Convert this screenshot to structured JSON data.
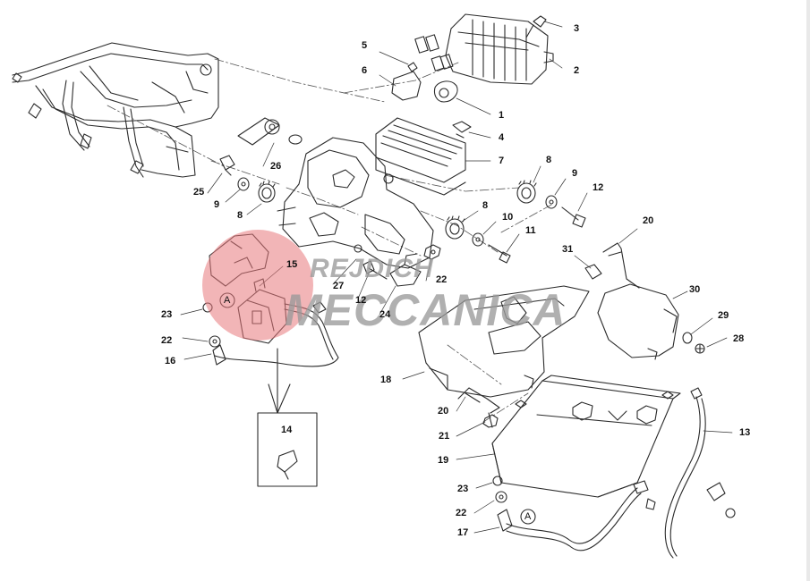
{
  "diagram": {
    "callouts": [
      {
        "id": "c1",
        "text": "1"
      },
      {
        "id": "c2",
        "text": "2"
      },
      {
        "id": "c3",
        "text": "3"
      },
      {
        "id": "c4",
        "text": "4"
      },
      {
        "id": "c5",
        "text": "5"
      },
      {
        "id": "c6",
        "text": "6"
      },
      {
        "id": "c7",
        "text": "7"
      },
      {
        "id": "c8a",
        "text": "8"
      },
      {
        "id": "c9a",
        "text": "9"
      },
      {
        "id": "c12a",
        "text": "12"
      },
      {
        "id": "c8b",
        "text": "8"
      },
      {
        "id": "c10",
        "text": "10"
      },
      {
        "id": "c11",
        "text": "11"
      },
      {
        "id": "c20a",
        "text": "20"
      },
      {
        "id": "c31",
        "text": "31"
      },
      {
        "id": "c30",
        "text": "30"
      },
      {
        "id": "c29",
        "text": "29"
      },
      {
        "id": "c28",
        "text": "28"
      },
      {
        "id": "c26",
        "text": "26"
      },
      {
        "id": "c25",
        "text": "25"
      },
      {
        "id": "c9b",
        "text": "9"
      },
      {
        "id": "c8c",
        "text": "8"
      },
      {
        "id": "c15",
        "text": "15"
      },
      {
        "id": "c27",
        "text": "27"
      },
      {
        "id": "c22a",
        "text": "22"
      },
      {
        "id": "c12b",
        "text": "12"
      },
      {
        "id": "c24",
        "text": "24"
      },
      {
        "id": "c23a",
        "text": "23"
      },
      {
        "id": "c22b",
        "text": "22"
      },
      {
        "id": "c16",
        "text": "16"
      },
      {
        "id": "c18",
        "text": "18"
      },
      {
        "id": "c14",
        "text": "14"
      },
      {
        "id": "c20b",
        "text": "20"
      },
      {
        "id": "c21",
        "text": "21"
      },
      {
        "id": "c19",
        "text": "19"
      },
      {
        "id": "c13",
        "text": "13"
      },
      {
        "id": "c23b",
        "text": "23"
      },
      {
        "id": "c22c",
        "text": "22"
      },
      {
        "id": "c17",
        "text": "17"
      }
    ],
    "ref_marks": [
      {
        "id": "a1",
        "text": "A"
      },
      {
        "id": "a2",
        "text": "A"
      }
    ]
  },
  "watermark": {
    "line1": "REJDICH",
    "line2": "MECCANICA"
  },
  "colors": {
    "line": "#2b2b2b",
    "watermark_red": "#e8787c",
    "watermark_gray": "#9a9a9a"
  }
}
